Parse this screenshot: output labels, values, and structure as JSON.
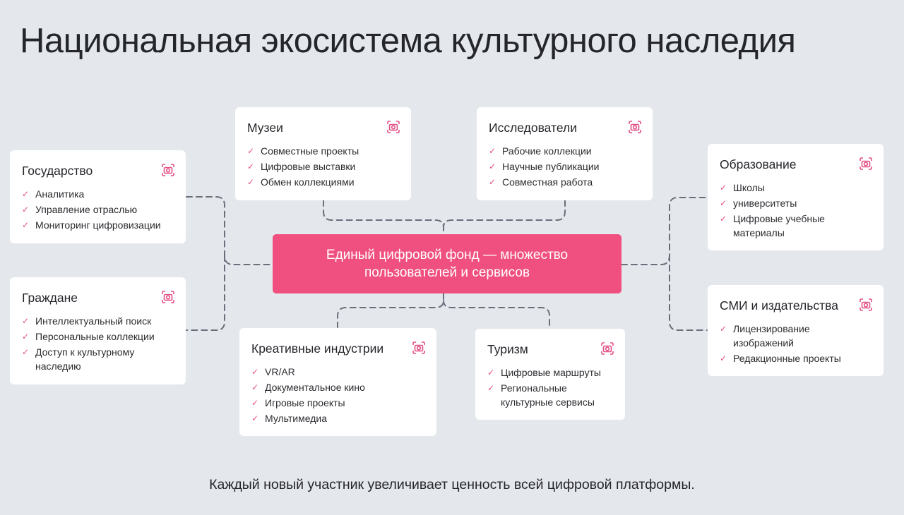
{
  "title": "Национальная экосистема культурного наследия",
  "hub": {
    "label": "Единый цифровой фонд — множество пользователей и сервисов"
  },
  "footer": "Каждый новый участник увеличивает ценность всей цифровой платформы.",
  "colors": {
    "accent": "#f0507f",
    "check": "#e24f86",
    "background": "#e4e7ec",
    "card": "#ffffff",
    "connector": "#6b6e7a"
  },
  "icon": "camera-recognition-icon",
  "cards": {
    "gov": {
      "title": "Государство",
      "items": [
        "Аналитика",
        "Управление отраслью",
        "Мониторинг цифровизации"
      ]
    },
    "museums": {
      "title": "Музеи",
      "items": [
        "Совместные проекты",
        "Цифровые выставки",
        "Обмен коллекциями"
      ]
    },
    "research": {
      "title": "Исследователи",
      "items": [
        "Рабочие коллекции",
        "Научные публикации",
        "Совместная работа"
      ]
    },
    "edu": {
      "title": "Образование",
      "items": [
        "Школы",
        "университеты",
        "Цифровые учебные материалы"
      ]
    },
    "citizens": {
      "title": "Граждане",
      "items": [
        "Интеллектуальный поиск",
        "Персональные коллекции",
        "Доступ к культурному наследию"
      ]
    },
    "creative": {
      "title": "Креативные индустрии",
      "items": [
        "VR/AR",
        "Документальное кино",
        "Игровые проекты",
        "Мультимедиа"
      ]
    },
    "tourism": {
      "title": "Туризм",
      "items": [
        "Цифровые маршруты",
        "Региональные культурные сервисы"
      ]
    },
    "media": {
      "title": "СМИ и издательства",
      "items": [
        "Лицензирование изображений",
        "Редакционные проекты"
      ]
    }
  }
}
